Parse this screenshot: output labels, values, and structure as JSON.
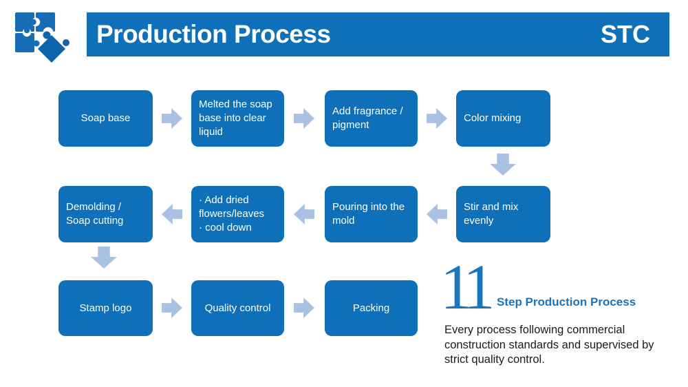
{
  "header": {
    "title": "Production Process",
    "brand": "STC"
  },
  "logo": {
    "icon": "puzzle-icon"
  },
  "steps": [
    {
      "label": "Soap base"
    },
    {
      "label": "Melted the soap base into clear liquid"
    },
    {
      "label": "Add fragrance / pigment"
    },
    {
      "label": "Color mixing"
    },
    {
      "label": "Stir and mix evenly"
    },
    {
      "label": "Pouring into the mold"
    },
    {
      "label": "· Add dried flowers/leaves\n· cool down"
    },
    {
      "label": "Demolding / Soap cutting"
    },
    {
      "label": "Stamp logo"
    },
    {
      "label": "Quality control"
    },
    {
      "label": "Packing"
    }
  ],
  "summary": {
    "count": "11",
    "heading": "Step Production Process",
    "description": "Every process following commercial construction standards and supervised by strict quality control."
  },
  "colors": {
    "primary_blue": "#0d70b8",
    "arrow_blue": "#a9c1e5",
    "accent_blue": "#1b74bc",
    "text_dark": "#1a1a1a"
  }
}
